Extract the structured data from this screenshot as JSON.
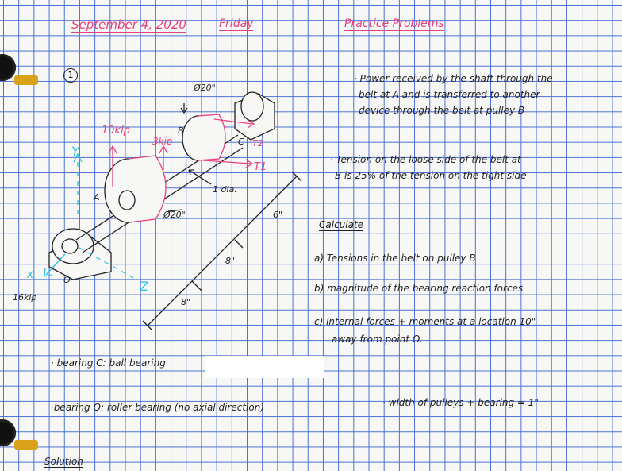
{
  "header": {
    "date": "September 4, 2020",
    "day": "Friday",
    "title": "Practice Problems"
  },
  "problem_number": "1",
  "statements": {
    "power": [
      "· Power received by the shaft through the",
      "belt at A and is transferred to another",
      "device through the belt at pulley B"
    ],
    "tension": [
      "· Tension on the loose side of the belt at",
      "B is 25% of the tension on the tight side"
    ]
  },
  "calculate": {
    "heading": "Calculate",
    "items": [
      "a) Tensions in the belt on pulley B",
      "b) magnitude of the bearing reaction forces",
      "c) internal forces + moments at a location 10\"",
      "away from point O."
    ]
  },
  "notes": {
    "bearing_c": "· bearing C: ball bearing",
    "bearing_o": "·bearing O: roller bearing (no axial direction)",
    "width": "· width of pulleys + bearing = 1\""
  },
  "solution": "Solution",
  "figure": {
    "d20_top": "Ø20\"",
    "d20_bottom": "Ø20\"",
    "load_10": "10kip",
    "load_3": "3kip",
    "load_16": "16kip",
    "label_B": "B",
    "label_A": "A",
    "label_O": "O",
    "label_C": "C",
    "t1": "T1",
    "t2": "T2",
    "shaft_dia": "1 dia.",
    "dim_6": "6\"",
    "dim_8a": "8\"",
    "dim_8b": "8\"",
    "axis_y": "Y",
    "axis_z": "Z",
    "axis_x": "X"
  },
  "colors": {
    "grid": "#4a6fd6",
    "ink": "#222222",
    "pink": "#e8407a",
    "cyan": "#2bc4e6",
    "ring": "#d9a21a"
  }
}
